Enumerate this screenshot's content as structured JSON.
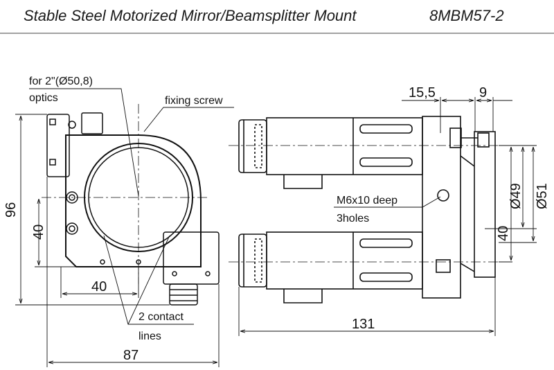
{
  "header": {
    "product_title": "Stable Steel Motorized Mirror/Beamsplitter Mount",
    "model_number": "8MBM57-2"
  },
  "front_view": {
    "optics_label_line1": "for 2\"(Ø50,8)",
    "optics_label_line2": "optics",
    "fixing_screw_label": "fixing screw",
    "contact_lines_line1": "2 contact",
    "contact_lines_line2": "lines",
    "dim_height": "96",
    "dim_center_height": "40",
    "dim_center_width": "40",
    "dim_width": "87"
  },
  "side_view": {
    "dim_15_5": "15,5",
    "dim_9": "9",
    "hole_label_line1": "M6x10 deep",
    "hole_label_line2": "3holes",
    "dim_d49": "Ø49",
    "dim_d51": "Ø51",
    "dim_40": "40",
    "dim_length": "131"
  },
  "colors": {
    "line": "#111111",
    "title": "#1a1a1a",
    "background": "#ffffff"
  }
}
